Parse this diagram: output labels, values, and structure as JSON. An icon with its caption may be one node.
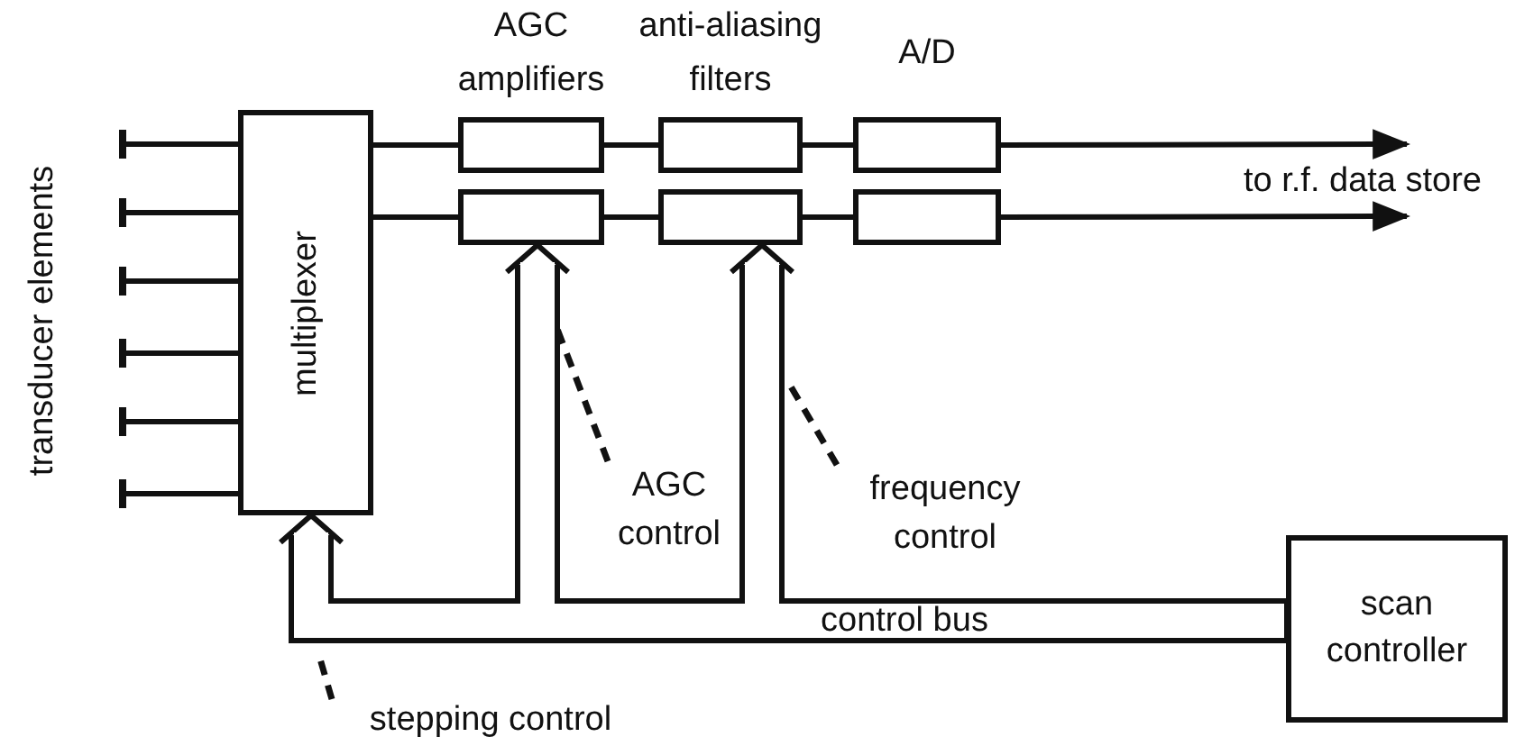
{
  "diagram": {
    "nodes": [
      {
        "text": [],
        "shape": "bar"
      },
      {
        "text": [],
        "shape": "bar"
      },
      {
        "text": [],
        "shape": "bar"
      },
      {
        "text": [],
        "shape": "bar"
      },
      {
        "text": [],
        "shape": "bar"
      },
      {
        "text": [],
        "shape": "bar"
      },
      {
        "text": [
          "multiplexer"
        ]
      },
      {
        "text": [
          "AGC amplifiers"
        ]
      },
      {
        "text": [],
        "shape": "box"
      },
      {
        "text": [
          "anti-aliasing filters"
        ]
      },
      {
        "text": [],
        "shape": "box"
      },
      {
        "text": [
          "A/D"
        ]
      },
      {
        "text": [],
        "shape": "box"
      },
      {
        "text": [
          "scan controller"
        ]
      },
      {
        "text": [
          "AGC control"
        ]
      },
      {
        "text": [
          "frequency control"
        ]
      },
      {
        "text": [
          "stepping control"
        ]
      },
      {
        "text": [
          "to r.f. data store"
        ]
      }
    ],
    "edges": [
      {
        "from": 0,
        "to": 6,
        "arrow": "none"
      },
      {
        "from": 1,
        "to": 6,
        "arrow": "none"
      },
      {
        "from": 2,
        "to": 6,
        "arrow": "none"
      },
      {
        "from": 3,
        "to": 6,
        "arrow": "none"
      },
      {
        "from": 4,
        "to": 6,
        "arrow": "none"
      },
      {
        "from": 5,
        "to": 6,
        "arrow": "none"
      },
      {
        "from": 6,
        "to": 7,
        "arrow": "none"
      },
      {
        "from": 6,
        "to": 8,
        "arrow": "none"
      },
      {
        "from": 7,
        "to": 9,
        "arrow": "none"
      },
      {
        "from": 8,
        "to": 10,
        "arrow": "none"
      },
      {
        "from": 9,
        "to": 11,
        "arrow": "none"
      },
      {
        "from": 10,
        "to": 12,
        "arrow": "none"
      },
      {
        "from": 11,
        "to": 17,
        "arrow": "to"
      },
      {
        "from": 12,
        "to": 17,
        "arrow": "to"
      },
      {
        "from": 13,
        "to": 6,
        "arrow": "to",
        "style": "thick"
      },
      {
        "from": 13,
        "to": 8,
        "arrow": "to",
        "style": "thick"
      },
      {
        "from": 13,
        "to": 10,
        "arrow": "to",
        "style": "thick"
      },
      {
        "from": 14,
        "to": null,
        "arrow": "none",
        "style": "dashed"
      },
      {
        "from": 15,
        "to": null,
        "arrow": "none",
        "style": "dashed"
      },
      {
        "from": 16,
        "to": null,
        "arrow": "none",
        "style": "dashed"
      }
    ],
    "labels": [
      "transducer elements",
      "control bus"
    ]
  }
}
